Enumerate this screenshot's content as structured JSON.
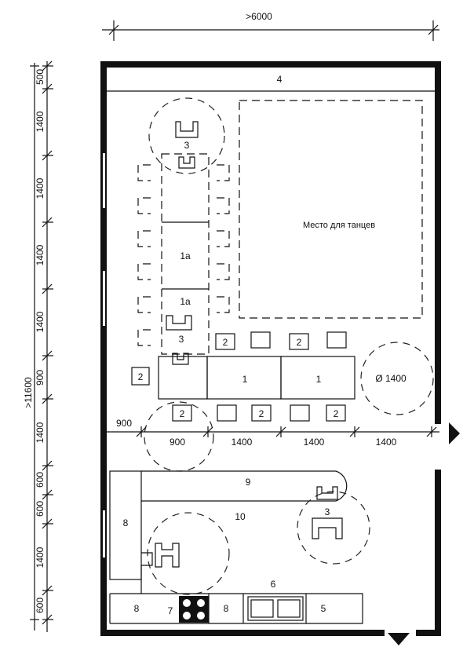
{
  "dimensions": {
    "top_width": ">6000",
    "left_total": ">11600",
    "left_segments": [
      "500",
      "1400",
      "1400",
      "1400",
      "1400",
      "900",
      "1400",
      "600",
      "600",
      "1400",
      "600"
    ],
    "bottom_row_first": "900",
    "bottom_row": [
      "900",
      "1400",
      "1400",
      "1400"
    ]
  },
  "dance_area_label": "Место для танцев",
  "circle_label": "Ø 1400",
  "labels": {
    "n4": "4",
    "n3": "3",
    "n1a": "1a",
    "n1": "1",
    "n2": "2",
    "n9": "9",
    "n10": "10",
    "n8": "8",
    "n7": "7",
    "n6": "6",
    "n5": "5"
  }
}
